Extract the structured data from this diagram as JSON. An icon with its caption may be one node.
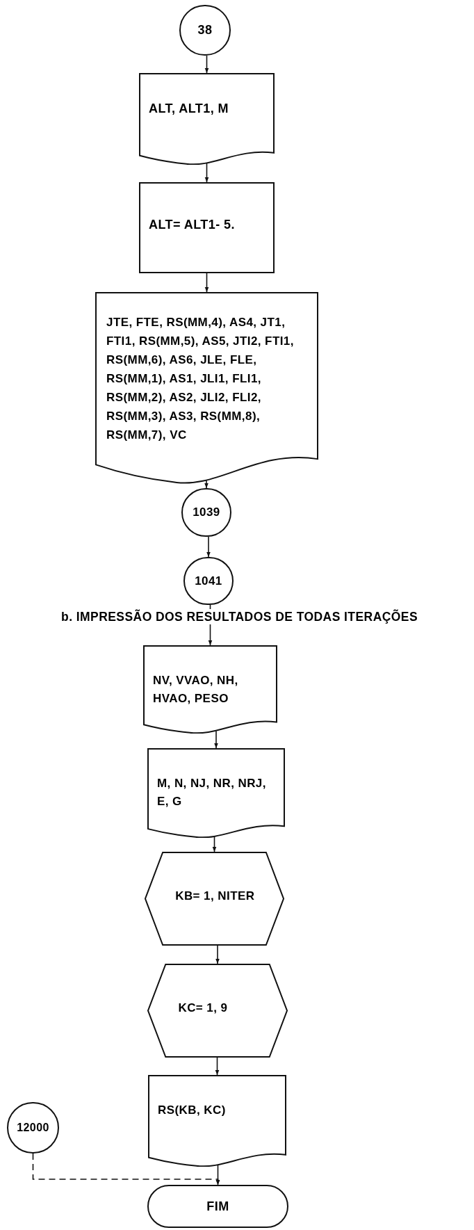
{
  "diagram": {
    "title": "b. IMPRESSÃO DOS RESULTADOS DE TODAS ITERAÇÕES",
    "nodes": [
      {
        "text": [
          "38"
        ]
      },
      {
        "text": [
          "ALT, ALT1, M"
        ]
      },
      {
        "text": [
          "ALT= ALT1- 5."
        ]
      },
      {
        "text": [
          "JTE, FTE, RS(MM,4), AS4, JT1, FTI1, RS(MM,5), AS5, JTI2, FTI1, RS(MM,6), AS6, JLE, FLE, RS(MM,1), AS1, JLI1, FLI1, RS(MM,2), AS2, JLI2, FLI2, RS(MM,3), AS3, RS(MM,8), RS(MM,7), VC"
        ]
      },
      {
        "text": [
          "1039"
        ]
      },
      {
        "text": [
          "1041"
        ]
      },
      {
        "text": [
          "NV, VVAO, NH, HVAO, PESO"
        ]
      },
      {
        "text": [
          "M, N, NJ, NR, NRJ, E, G"
        ]
      },
      {
        "text": [
          "KB= 1, NITER"
        ]
      },
      {
        "text": [
          "KC= 1, 9"
        ]
      },
      {
        "text": [
          "RS(KB, KC)"
        ]
      },
      {
        "text": [
          "12000"
        ]
      },
      {
        "text": [
          "FIM"
        ]
      }
    ],
    "edges": [
      {
        "from": 0,
        "to": 1,
        "arrow": "to"
      },
      {
        "from": 1,
        "to": 2,
        "arrow": "to"
      },
      {
        "from": 2,
        "to": 3,
        "arrow": "to"
      },
      {
        "from": 3,
        "to": 4,
        "arrow": "to"
      },
      {
        "from": 4,
        "to": 5,
        "arrow": "to"
      },
      {
        "from": 5,
        "to": 6,
        "arrow": "to"
      },
      {
        "from": 6,
        "to": 7,
        "arrow": "to"
      },
      {
        "from": 7,
        "to": 8,
        "arrow": "to"
      },
      {
        "from": 8,
        "to": 9,
        "arrow": "to"
      },
      {
        "from": 9,
        "to": 10,
        "arrow": "to"
      },
      {
        "from": 10,
        "to": 12,
        "arrow": "to"
      },
      {
        "from": 11,
        "to": 12,
        "arrow": "to",
        "style": "dashed"
      }
    ]
  }
}
